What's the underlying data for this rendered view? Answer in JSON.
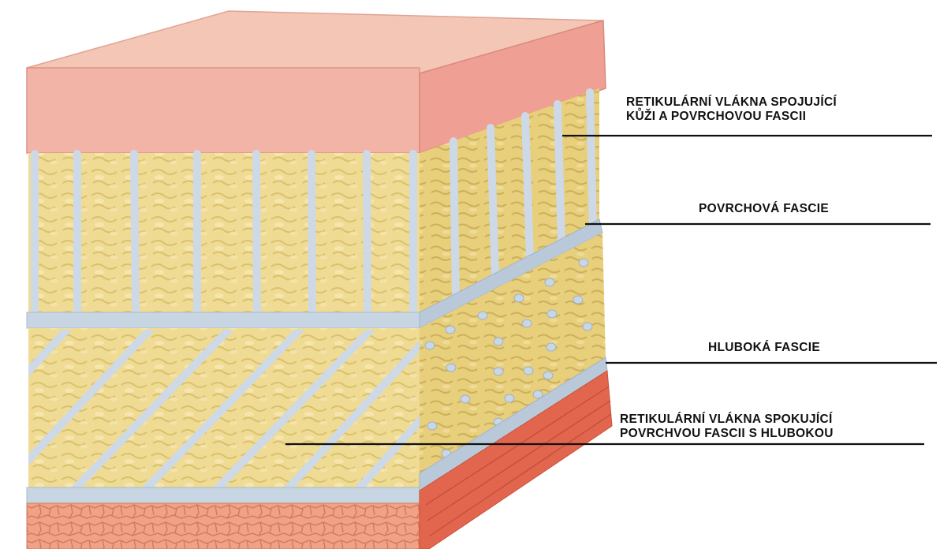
{
  "diagram": {
    "colors": {
      "skin_top": "#f4c6b6",
      "skin_front": "#f2b4a7",
      "skin_side": "#ef9f93",
      "fat_front": "#efdb94",
      "fat_side": "#e8cf7c",
      "fascia": "#c8d5e3",
      "muscle_front": "#f0a286",
      "muscle_side": "#e2664e",
      "leader_line": "#111111"
    },
    "labels": {
      "reticular_skin": {
        "line1": "RETIKULÁRNÍ VLÁKNA SPOJUJÍCÍ",
        "line2": "KŮŽI A POVRCHOVOU FASCII"
      },
      "superficial_fascia": "POVRCHOVÁ FASCIE",
      "deep_fascia": "HLUBOKÁ FASCIE",
      "reticular_deep": {
        "line1": "RETIKULÁRNÍ VLÁKNA SPOKUJÍCÍ",
        "line2": "POVRCHVOU FASCII S HLUBOKOU"
      }
    }
  }
}
